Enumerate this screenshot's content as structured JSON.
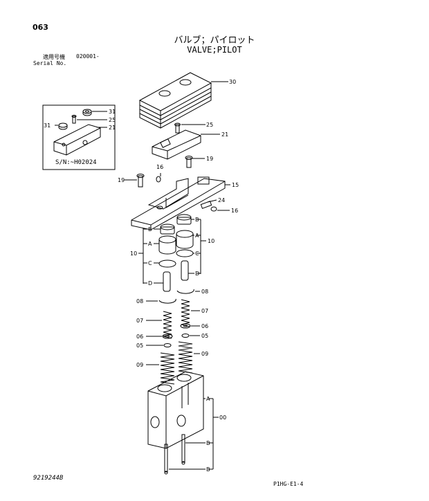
{
  "header": {
    "page_number": "063",
    "title_jp": "バルブ；パイロット",
    "title_en": "VALVE;PILOT",
    "serial_label_jp": "適用号機",
    "serial_from": "020001-",
    "serial_label_en": "Serial No."
  },
  "inset": {
    "serial_note": "S/N:~H02024"
  },
  "callouts": {
    "c30": "30",
    "c31a": "31",
    "c25a": "25",
    "c31b": "31",
    "c21a": "21",
    "c25": "25",
    "c21": "21",
    "c19a": "19",
    "c16a": "16",
    "c19b": "19",
    "c15": "15",
    "c24": "24",
    "c16b": "16",
    "c10l": "10",
    "c10r": "10",
    "aL": "A",
    "bL": "B",
    "cL": "C",
    "dL": "D",
    "aR": "A",
    "bR": "B",
    "cR": "C",
    "dR": "D",
    "c08l": "08",
    "c08r": "08",
    "c07l": "07",
    "c07r": "07",
    "c06l": "06",
    "c06r": "06",
    "c05l": "05",
    "c05r": "05",
    "c09l": "09",
    "c09r": "09",
    "bodyA": "A",
    "bodyB1": "B",
    "bodyB2": "B",
    "c00": "00"
  },
  "footer": {
    "drawing_number": "9219244B",
    "sheet_id": "P1HG-E1-4"
  }
}
